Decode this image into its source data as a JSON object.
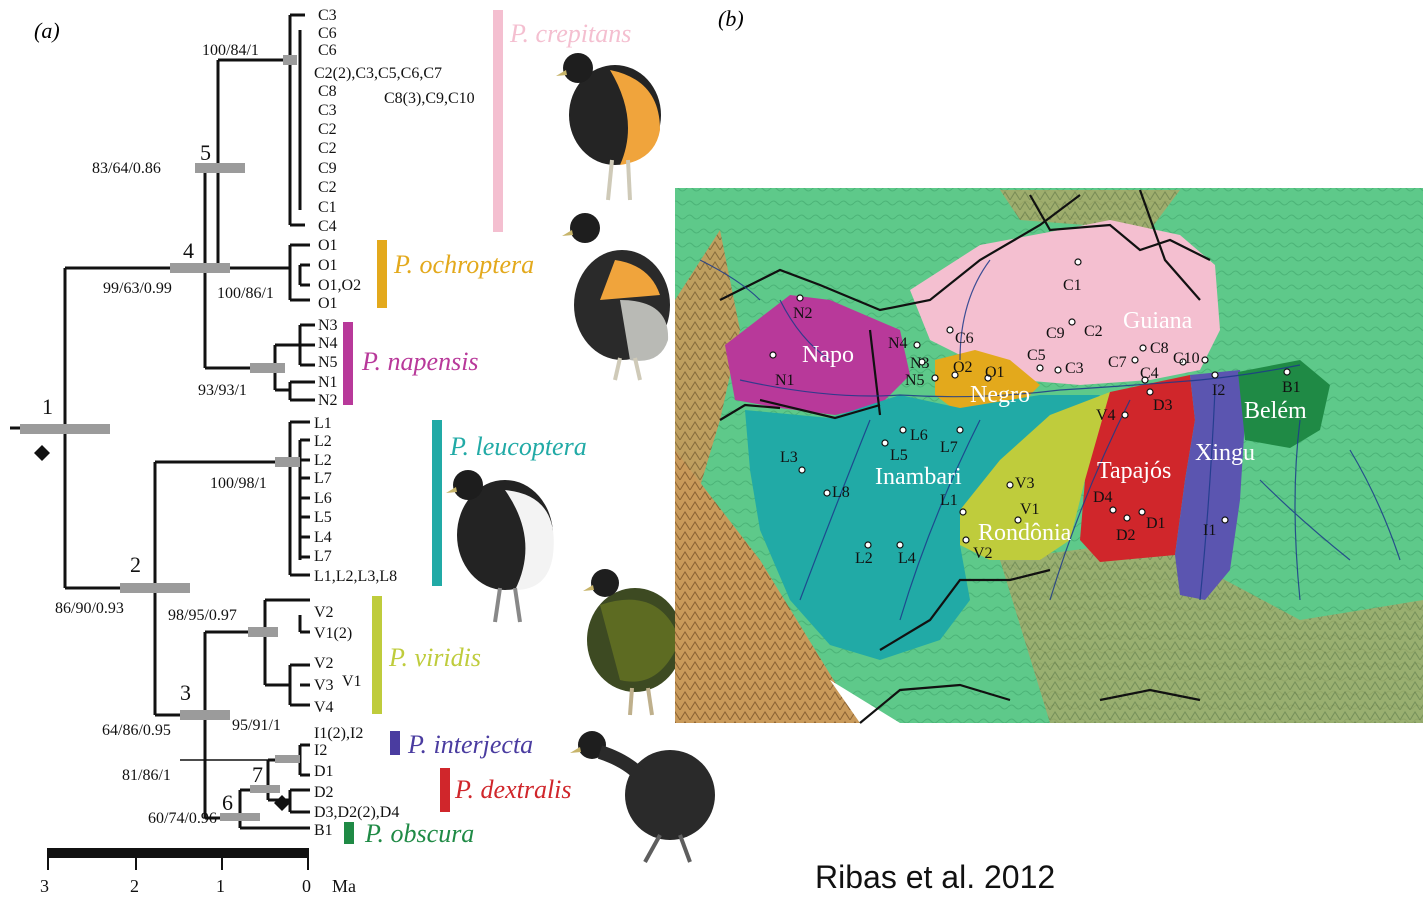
{
  "panels": {
    "a": "(a)",
    "b": "(b)"
  },
  "citation": "Ribas et al. 2012",
  "nodes": {
    "n1": "1",
    "n2": "2",
    "n3": "3",
    "n4": "4",
    "n5": "5",
    "n6": "6",
    "n7": "7"
  },
  "supports": {
    "s_100_84_1": "100/84/1",
    "s_83_64_086": "83/64/0.86",
    "s_99_63_099": "99/63/0.99",
    "s_100_86_1": "100/86/1",
    "s_93_93_1": "93/93/1",
    "s_100_98_1": "100/98/1",
    "s_86_90_093": "86/90/0.93",
    "s_98_95_097": "98/95/0.97",
    "s_64_86_095": "64/86/0.95",
    "s_95_91_1": "95/91/1",
    "s_81_86_1": "81/86/1",
    "s_60_74_096": "60/74/0.96"
  },
  "tips": {
    "crepitans": [
      "C3",
      "C6",
      "C6",
      "C2(2),C3,C5,C6,C7",
      "C8",
      "C3",
      "C2",
      "C2",
      "C9",
      "C2",
      "C1",
      "C4"
    ],
    "crepitans_extra": "C8(3),C9,C10",
    "ochroptera": [
      "O1",
      "O1",
      "O1,O2",
      "O1"
    ],
    "napensis": [
      "N3",
      "N4",
      "N5",
      "N1",
      "N2"
    ],
    "leucoptera": [
      "L1",
      "L2",
      "L2",
      "L7",
      "L6",
      "L5",
      "L4",
      "L7",
      "L1,L2,L3,L8"
    ],
    "viridis": [
      "V2",
      "V1(2)",
      "V2",
      "V3",
      "V4"
    ],
    "viridis_extra": "V1",
    "interjecta": [
      "I1(2),I2",
      "I2"
    ],
    "dextralis": [
      "D1",
      "D2",
      "D3,D2(2),D4"
    ],
    "obscura": [
      "B1"
    ]
  },
  "species": [
    {
      "key": "crepitans",
      "label": "P. crepitans",
      "color": "#f4bfd0"
    },
    {
      "key": "ochroptera",
      "label": "P. ochroptera",
      "color": "#e3a91c"
    },
    {
      "key": "napensis",
      "label": "P. napensis",
      "color": "#b8399a"
    },
    {
      "key": "leucoptera",
      "label": "P. leucoptera",
      "color": "#21aaa6"
    },
    {
      "key": "viridis",
      "label": "P. viridis",
      "color": "#bfcc3c"
    },
    {
      "key": "interjecta",
      "label": "P. interjecta",
      "color": "#4a3ca0"
    },
    {
      "key": "dextralis",
      "label": "P. dextralis",
      "color": "#d0262b"
    },
    {
      "key": "obscura",
      "label": "P. obscura",
      "color": "#1f8a45"
    }
  ],
  "scale": {
    "ticks": [
      "3",
      "2",
      "1",
      "0"
    ],
    "unit": "Ma"
  },
  "map": {
    "regions": {
      "guiana": "Guiana",
      "napo": "Napo",
      "negro": "Negro",
      "inambari": "Inambari",
      "tapajos": "Tapajós",
      "xingu": "Xingu",
      "belem": "Belém",
      "rondonia": "Rondônia"
    },
    "localities": [
      "C1",
      "C9",
      "C2",
      "C5",
      "C3",
      "C7",
      "C8",
      "C10",
      "C4",
      "C6",
      "N2",
      "N4",
      "N3",
      "N5",
      "N1",
      "O2",
      "O1",
      "V4",
      "D3",
      "I2",
      "B1",
      "L6",
      "L5",
      "L7",
      "L3",
      "L8",
      "L1",
      "L2",
      "L4",
      "V3",
      "V1",
      "V2",
      "D4",
      "D1",
      "D2",
      "I1"
    ]
  }
}
